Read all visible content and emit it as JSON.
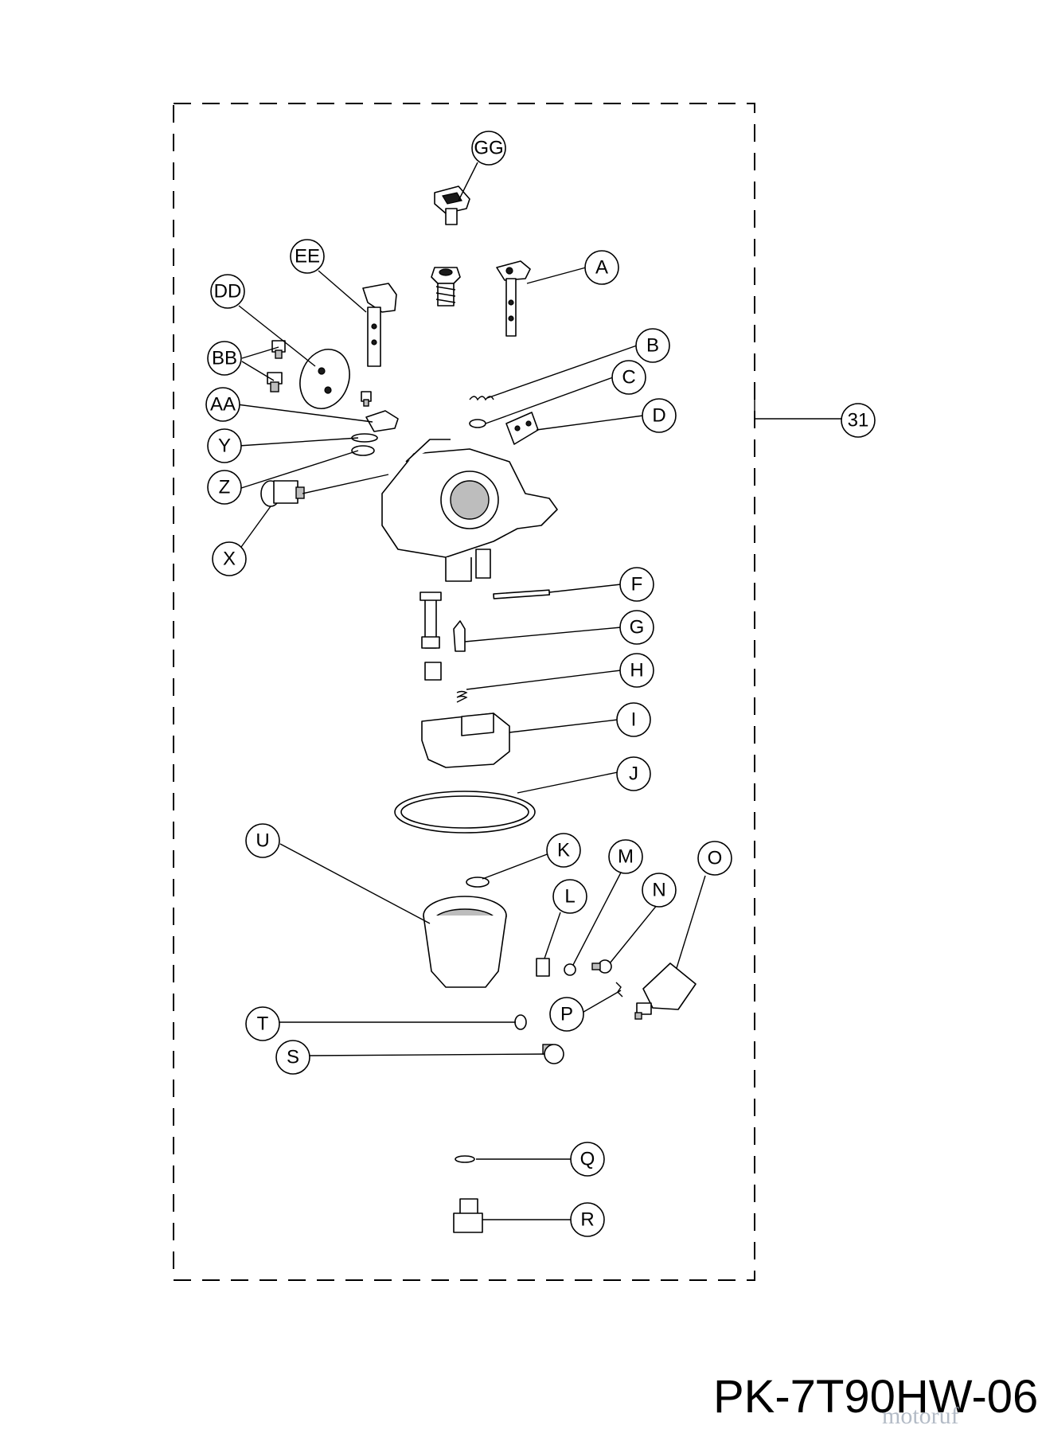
{
  "callouts": {
    "GG": "GG",
    "EE": "EE",
    "DD": "DD",
    "BB": "BB",
    "AA": "AA",
    "Y": "Y",
    "Z": "Z",
    "X": "X",
    "A": "A",
    "B": "B",
    "C": "C",
    "D": "D",
    "F": "F",
    "G": "G",
    "H": "H",
    "I": "I",
    "J": "J",
    "U": "U",
    "K": "K",
    "L": "L",
    "M": "M",
    "N": "N",
    "O": "O",
    "P": "P",
    "T": "T",
    "S": "S",
    "Q": "Q",
    "R": "R",
    "assembly": "31"
  },
  "model_code": "PK-7T90HW-06",
  "watermark": "motoruf"
}
